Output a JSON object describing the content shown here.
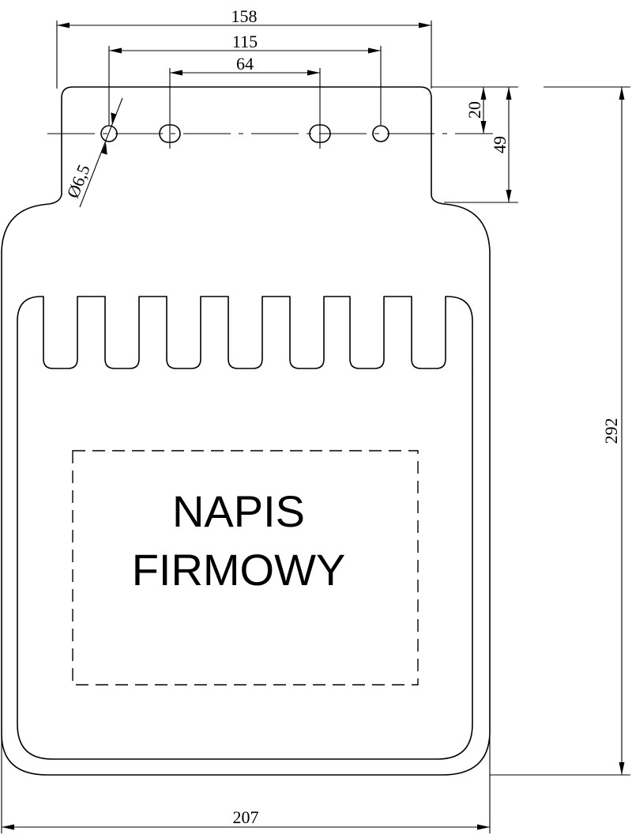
{
  "dimensions": {
    "overall_top_width": "158",
    "outer_hole_spacing": "115",
    "inner_slot_spacing": "64",
    "hole_offset_from_top": "20",
    "tab_height": "49",
    "total_height": "292",
    "total_width": "207",
    "hole_diameter": "Ø6,5"
  },
  "label": {
    "line1": "NAPIS",
    "line2": "FIRMOWY"
  }
}
